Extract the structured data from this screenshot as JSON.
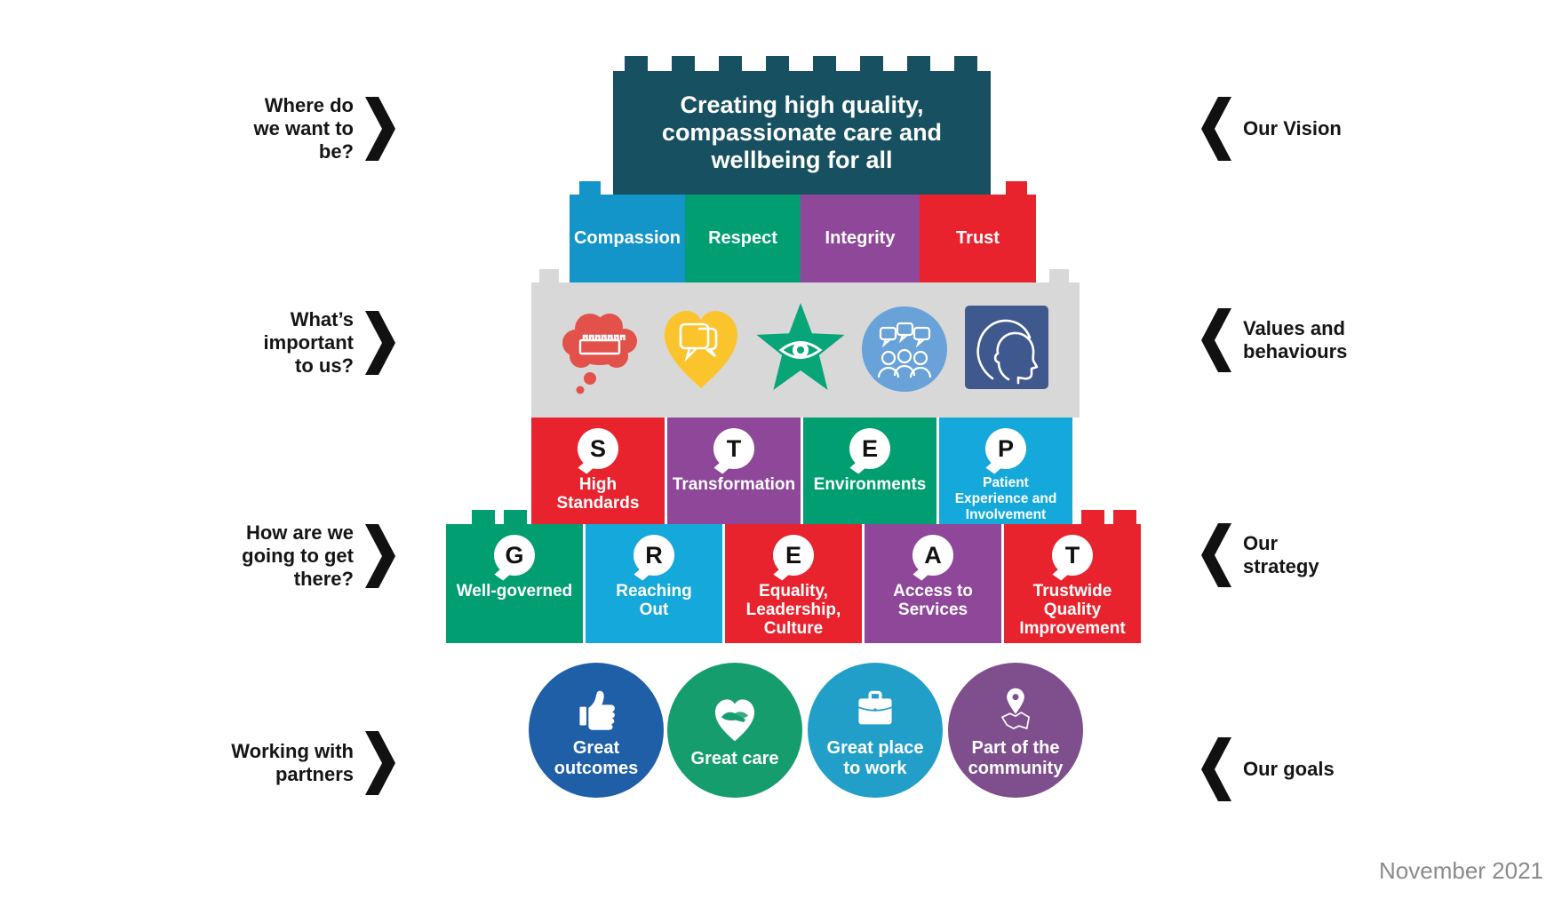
{
  "annotations": {
    "left": [
      {
        "text": "Where do\nwe want to\nbe?"
      },
      {
        "text": "What’s\nimportant\nto us?"
      },
      {
        "text": "How are we\ngoing to get\nthere?"
      },
      {
        "text": "Working with\npartners"
      }
    ],
    "right": [
      {
        "text": "Our Vision"
      },
      {
        "text": "Values and\nbehaviours"
      },
      {
        "text": "Our\nstrategy"
      },
      {
        "text": "Our goals"
      }
    ]
  },
  "vision": {
    "text": "Creating high quality,\ncompassionate care and\nwellbeing for all",
    "color": "#175060"
  },
  "values": [
    {
      "label": "Compassion",
      "color": "#1395c9"
    },
    {
      "label": "Respect",
      "color": "#009e71"
    },
    {
      "label": "Integrity",
      "color": "#8e4799"
    },
    {
      "label": "Trust",
      "color": "#e8232e"
    }
  ],
  "behaviours": {
    "panel_color": "#d8d8d8",
    "icons": [
      {
        "name": "thought-cloud-brick-icon",
        "color": "#e2524a"
      },
      {
        "name": "heart-speech-bubbles-icon",
        "color": "#fcc42c"
      },
      {
        "name": "star-eye-icon",
        "color": "#07a578"
      },
      {
        "name": "people-talking-icon",
        "color": "#68a2d8"
      },
      {
        "name": "profile-faces-icon",
        "color": "#3f598f"
      }
    ]
  },
  "step": [
    {
      "letter": "S",
      "label": "High\nStandards",
      "color": "#e8232e"
    },
    {
      "letter": "T",
      "label": "Transformation",
      "color": "#8e4799"
    },
    {
      "letter": "E",
      "label": "Environments",
      "color": "#009e71"
    },
    {
      "letter": "P",
      "label": "Patient\nExperience and\nInvolvement",
      "color": "#14a9da"
    }
  ],
  "great": [
    {
      "letter": "G",
      "label": "Well-governed",
      "color": "#009e71"
    },
    {
      "letter": "R",
      "label": "Reaching\nOut",
      "color": "#14a9da"
    },
    {
      "letter": "E",
      "label": "Equality,\nLeadership,\nCulture",
      "color": "#e8232e"
    },
    {
      "letter": "A",
      "label": "Access to\nServices",
      "color": "#8e4799"
    },
    {
      "letter": "T",
      "label": "Trustwide\nQuality\nImprovement",
      "color": "#e8232e"
    }
  ],
  "goals": [
    {
      "label": "Great\noutcomes",
      "color": "#1e5fa7",
      "icon": "thumbs-up-icon"
    },
    {
      "label": "Great care",
      "color": "#169d6d",
      "icon": "heart-hands-icon"
    },
    {
      "label": "Great place\nto work",
      "color": "#229fc9",
      "icon": "briefcase-icon"
    },
    {
      "label": "Part of the\ncommunity",
      "color": "#7e4e8d",
      "icon": "map-pin-icon"
    }
  ],
  "footer": {
    "date": "November 2021"
  }
}
